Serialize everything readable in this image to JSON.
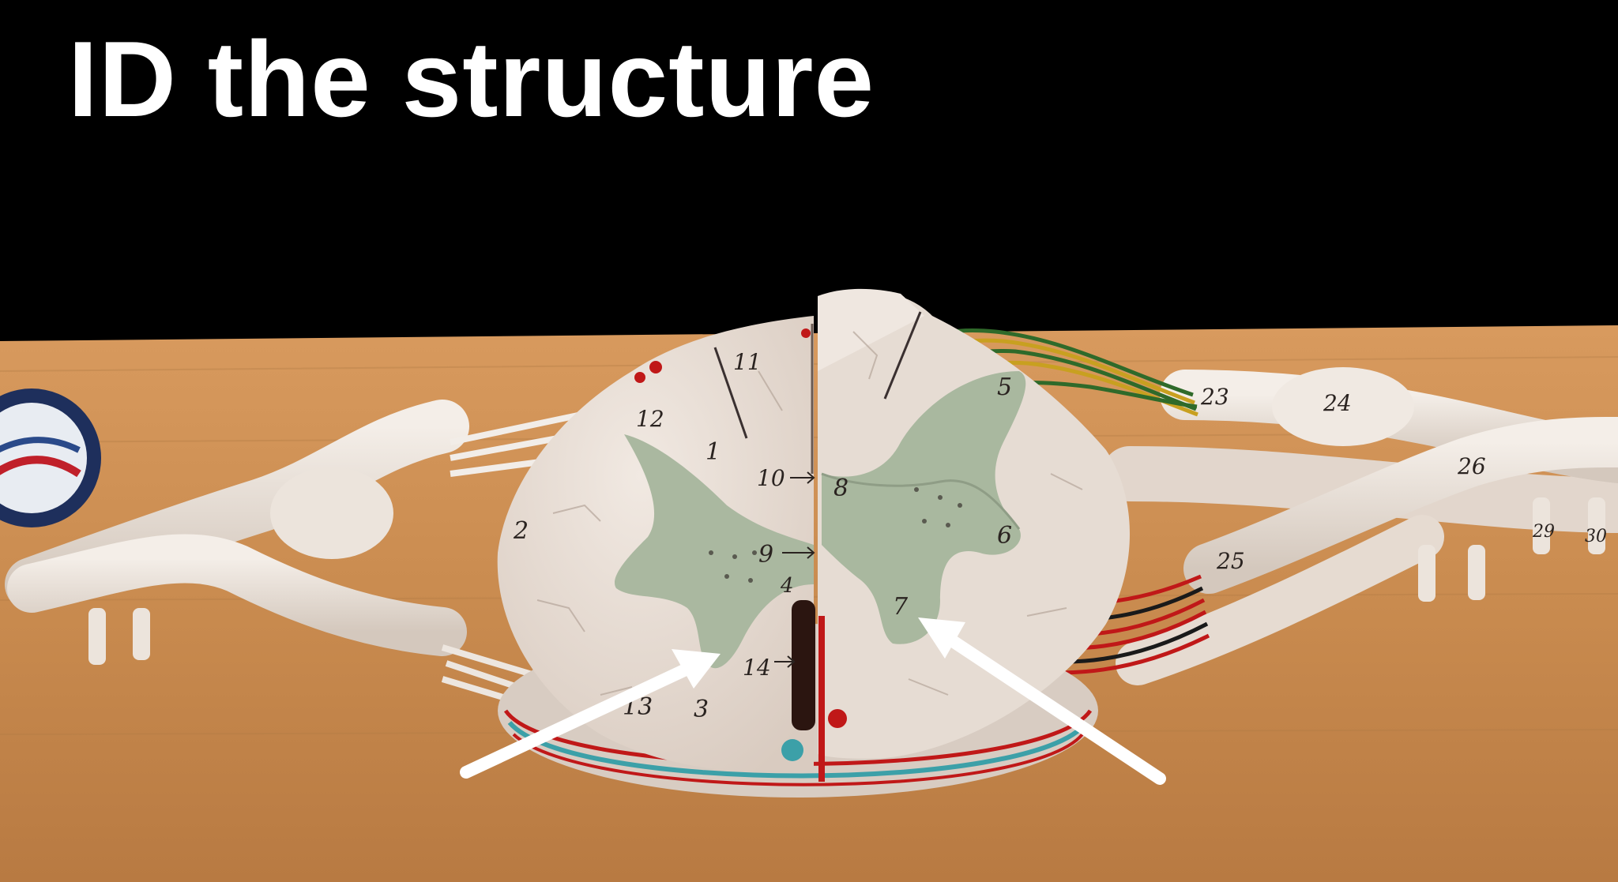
{
  "slide": {
    "title": "ID the structure"
  },
  "model_labels": [
    "1",
    "2",
    "3",
    "4",
    "5",
    "6",
    "7",
    "8",
    "9",
    "10",
    "11",
    "12",
    "13",
    "14",
    "23",
    "24",
    "25",
    "26",
    "29",
    "30"
  ],
  "colors": {
    "background": "#000000",
    "title_text": "#ffffff",
    "table_wood": "#c88a4e",
    "white_matter": "#e6dcd3",
    "gray_matter": "#aab8a0",
    "arrow": "#ffffff",
    "vessel_red": "#c01818",
    "vessel_teal": "#3ca0a8",
    "nerve_green": "#2f6a2a",
    "nerve_yellow": "#c8a020"
  }
}
